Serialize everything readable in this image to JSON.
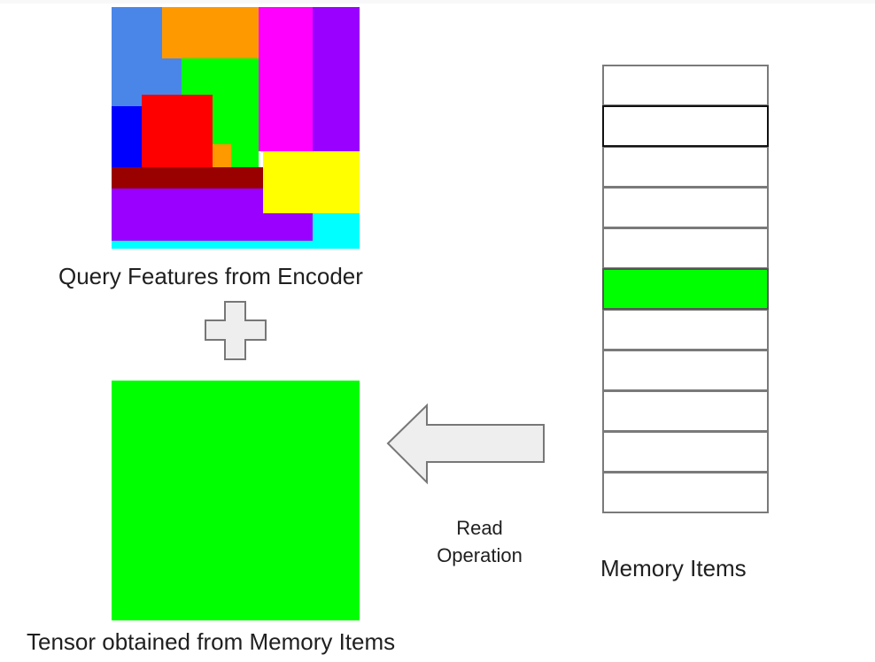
{
  "diagram": {
    "query_features": {
      "label": "Query Features from Encoder",
      "blocks": [
        {
          "name": "block-cornflower",
          "color": "#4a86e8"
        },
        {
          "name": "block-orange-top",
          "color": "#ff9900"
        },
        {
          "name": "block-magenta",
          "color": "#ff00ff"
        },
        {
          "name": "block-violet-right",
          "color": "#9900ff"
        },
        {
          "name": "block-green",
          "color": "#00ff00"
        },
        {
          "name": "block-blue",
          "color": "#0000ff"
        },
        {
          "name": "block-red",
          "color": "#ff0000"
        },
        {
          "name": "block-orange-small",
          "color": "#ff9900"
        },
        {
          "name": "block-cyan",
          "color": "#00ffff"
        },
        {
          "name": "block-violet-bottom",
          "color": "#9900ff"
        },
        {
          "name": "block-dark-red",
          "color": "#990000"
        },
        {
          "name": "block-yellow",
          "color": "#ffff00"
        }
      ]
    },
    "combine_operator": {
      "icon": "plus-icon",
      "fill": "#eeeeee",
      "stroke": "#777777"
    },
    "tensor": {
      "label": "Tensor obtained from Memory Items",
      "color": "#00ff00"
    },
    "read_operation": {
      "icon": "arrow-left-icon",
      "line1": "Read",
      "line2": "Operation",
      "fill": "#eeeeee",
      "stroke": "#777777"
    },
    "memory": {
      "label": "Memory Items",
      "highlight_color": "#00ff00",
      "items": [
        {
          "state": "empty"
        },
        {
          "state": "selected"
        },
        {
          "state": "empty"
        },
        {
          "state": "empty"
        },
        {
          "state": "empty"
        },
        {
          "state": "active"
        },
        {
          "state": "empty"
        },
        {
          "state": "empty"
        },
        {
          "state": "empty"
        },
        {
          "state": "empty"
        },
        {
          "state": "empty"
        }
      ]
    }
  }
}
